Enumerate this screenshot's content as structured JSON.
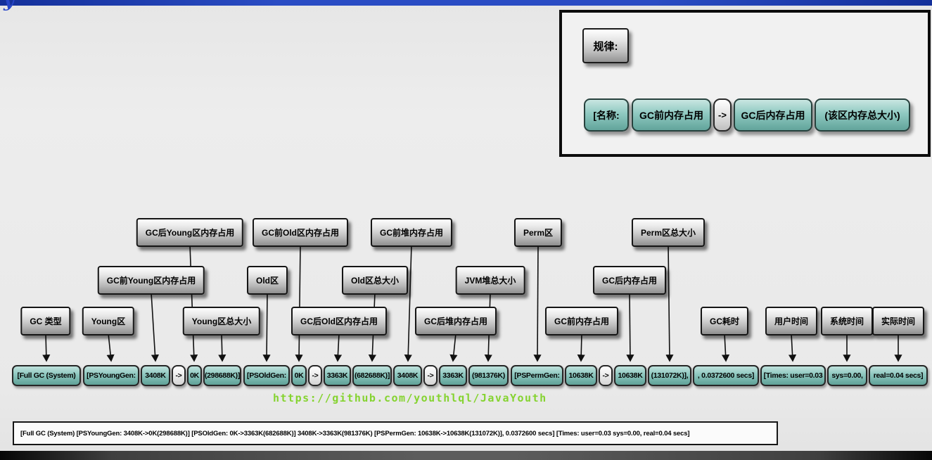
{
  "legend": {
    "title": "规律:",
    "items": [
      "[名称:",
      "GC前内存占用",
      "->",
      "GC后内存占用",
      "(该区内存总大小)"
    ]
  },
  "callouts": [
    "GC 类型",
    "Young区",
    "GC前Young区内存占用",
    "GC后Young区内存占用",
    "Young区总大小",
    "Old区",
    "GC前Old区内存占用",
    "GC后Old区内存占用",
    "Old区总大小",
    "GC前堆内存占用",
    "GC后堆内存占用",
    "JVM堆总大小",
    "Perm区",
    "GC前内存占用",
    "GC后内存占用",
    "Perm区总大小",
    "GC耗时",
    "用户时间",
    "系统时间",
    "实际时间"
  ],
  "log_segments": [
    "[Full GC (System)",
    "[PSYoungGen:",
    "3408K",
    "->",
    "0K",
    "(298688K)]",
    "[PSOldGen:",
    "0K",
    "->",
    "3363K",
    "(682688K)]",
    "3408K",
    "->",
    "3363K",
    "(981376K)",
    "[PSPermGen:",
    "10638K",
    "->",
    "10638K",
    "(131072K)],",
    ", 0.0372600 secs]",
    "[Times: user=0.03",
    "sys=0.00,",
    "real=0.04 secs]"
  ],
  "footer": {
    "github_url": "https://github.com/youthlql/JavaYouth",
    "full_log": "[Full GC (System) [PSYoungGen: 3408K->0K(298688K)] [PSOldGen: 0K->3363K(682688K)] 3408K->3363K(981376K) [PSPermGen: 10638K->10638K(131072K)], 0.0372600 secs] [Times: user=0.03 sys=0.00, real=0.04 secs]"
  },
  "colors": {
    "teal": "#7fbcb4",
    "accent_blue": "#2a4cc4",
    "link_green": "#85d330"
  }
}
